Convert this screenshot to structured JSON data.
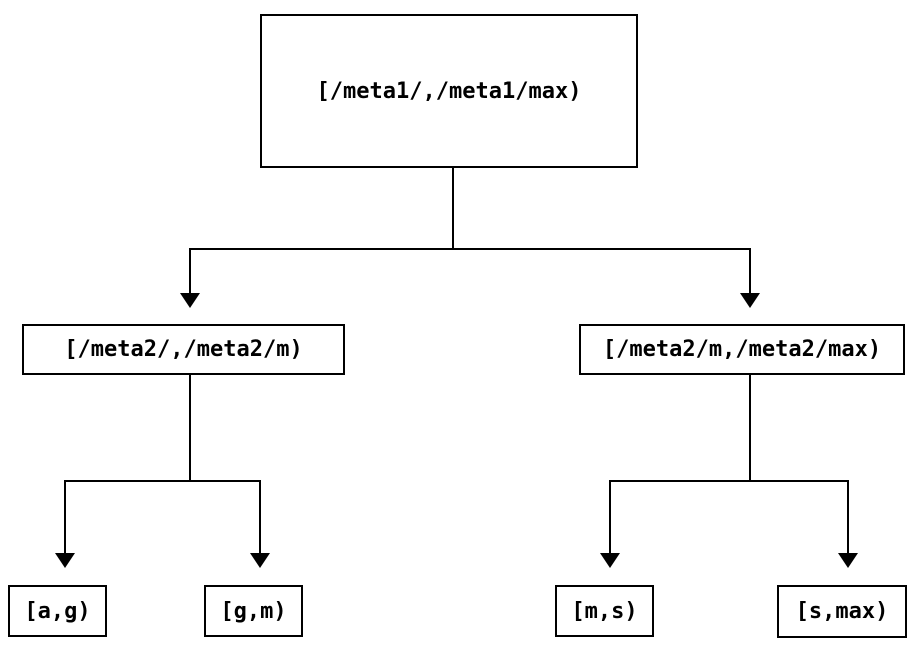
{
  "diagram_type": "interval-partition-tree",
  "colors": {
    "line": "#000000",
    "box_background": "#ffffff",
    "text": "#000000",
    "page_background": "#ffffff"
  },
  "tree": {
    "label": "[/meta1/,/meta1/max)",
    "children": [
      {
        "label": "[/meta2/,/meta2/m)",
        "children": [
          {
            "label": "[a,g)"
          },
          {
            "label": "[g,m)"
          }
        ]
      },
      {
        "label": "[/meta2/m,/meta2/max)",
        "children": [
          {
            "label": "[m,s)"
          },
          {
            "label": "[s,max)"
          }
        ]
      }
    ]
  }
}
